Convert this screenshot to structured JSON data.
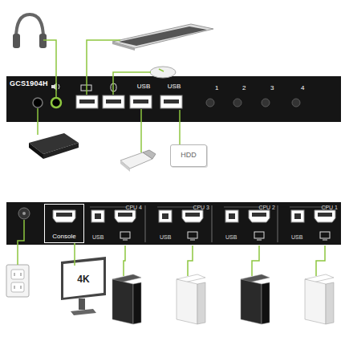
{
  "diagram": {
    "nodes": [
      {
        "text": [
          "GCS1904H"
        ]
      },
      {
        "text": [
          "USB"
        ],
        "in": 0
      },
      {
        "text": [
          "USB"
        ],
        "in": 0
      },
      {
        "text": [
          "HDD"
        ]
      },
      {
        "text": [
          "Console"
        ]
      },
      {
        "text": [
          "4K"
        ]
      },
      {
        "text": [
          "CPU 4",
          "USB"
        ]
      },
      {
        "text": [
          "CPU 3",
          "USB"
        ]
      },
      {
        "text": [
          "CPU 2",
          "USB"
        ]
      },
      {
        "text": [
          "CPU 1",
          "USB"
        ]
      }
    ],
    "edges": [
      {
        "from": 3,
        "to": 2,
        "arrow": "none"
      },
      {
        "from": 5,
        "to": 4,
        "arrow": "none"
      }
    ],
    "labels": [
      "1",
      "2",
      "3",
      "4"
    ]
  }
}
